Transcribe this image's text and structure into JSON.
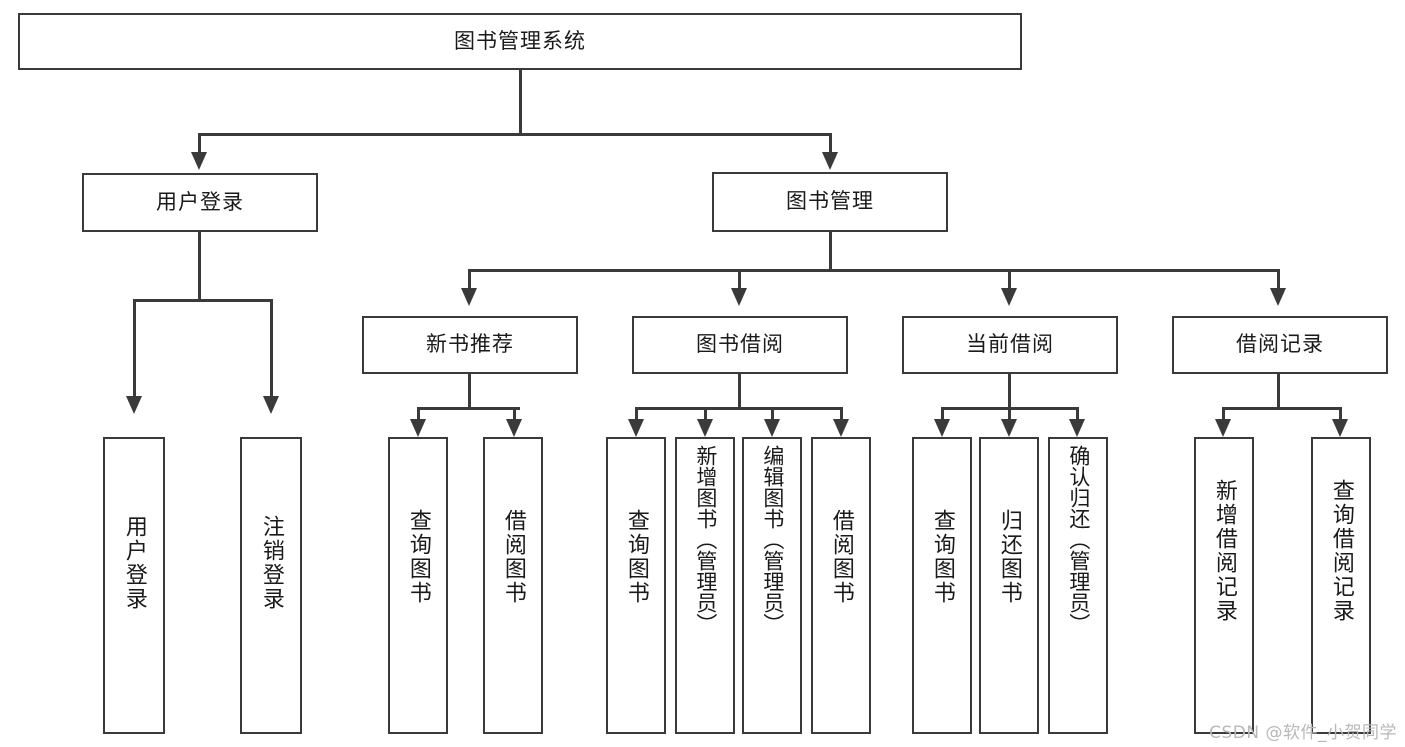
{
  "diagram": {
    "title": "图书管理系统",
    "watermark": "CSDN @软件_小贺同学",
    "levels": {
      "root": {
        "label": "图书管理系统"
      },
      "level2": [
        {
          "label": "用户登录"
        },
        {
          "label": "图书管理"
        }
      ],
      "level3": [
        {
          "label": "新书推荐"
        },
        {
          "label": "图书借阅"
        },
        {
          "label": "当前借阅"
        },
        {
          "label": "借阅记录"
        }
      ],
      "leaves": {
        "user_login": [
          {
            "label": "用户登录"
          },
          {
            "label": "注销登录"
          }
        ],
        "new_book_recommend": [
          {
            "label": "查询图书"
          },
          {
            "label": "借阅图书"
          }
        ],
        "book_borrow": [
          {
            "label": "查询图书"
          },
          {
            "label": "新增图书（管理员）"
          },
          {
            "label": "编辑图书（管理员）"
          },
          {
            "label": "借阅图书"
          }
        ],
        "current_borrow": [
          {
            "label": "查询图书"
          },
          {
            "label": "归还图书"
          },
          {
            "label": "确认归还（管理员）"
          }
        ],
        "borrow_record": [
          {
            "label": "新增借阅记录"
          },
          {
            "label": "查询借阅记录"
          }
        ]
      }
    },
    "colors": {
      "stroke": "#3a3a3a",
      "background": "#ffffff",
      "text": "#1a1a1a",
      "watermark": "#b8b8b8"
    }
  }
}
